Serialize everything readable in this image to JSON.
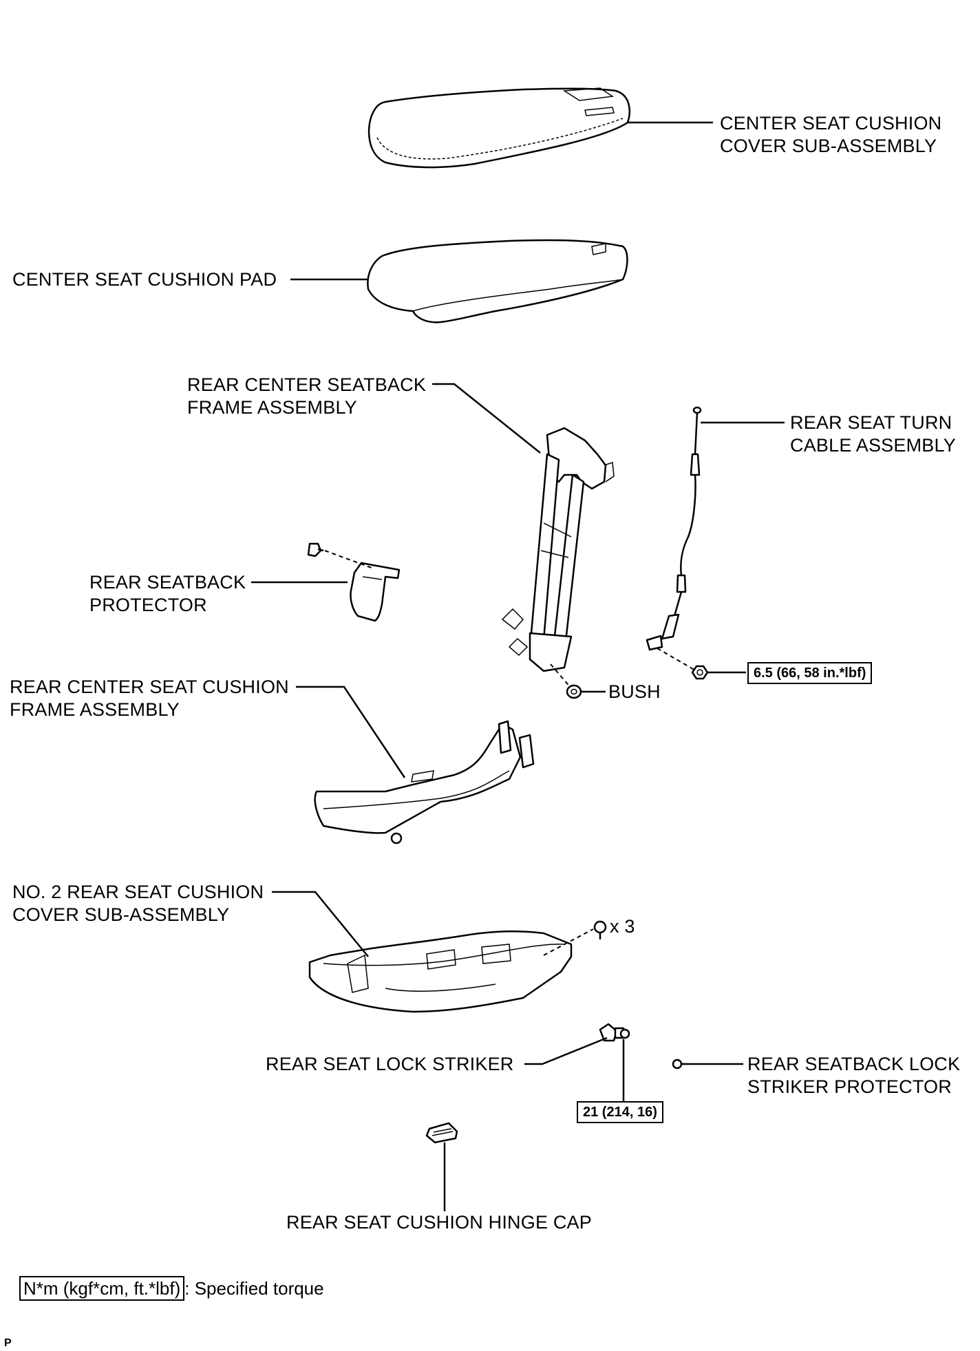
{
  "labels": {
    "cushion_cover": [
      "CENTER SEAT CUSHION",
      "COVER SUB-ASSEMBLY"
    ],
    "cushion_pad": [
      "CENTER SEAT CUSHION PAD"
    ],
    "seatback_frame": [
      "REAR CENTER SEATBACK",
      "FRAME ASSEMBLY"
    ],
    "turn_cable": [
      "REAR SEAT TURN",
      "CABLE ASSEMBLY"
    ],
    "seatback_protector": [
      "REAR SEATBACK",
      "PROTECTOR"
    ],
    "bush": [
      "BUSH"
    ],
    "cushion_frame": [
      "REAR CENTER SEAT CUSHION",
      "FRAME ASSEMBLY"
    ],
    "no2_cushion_cover": [
      "NO. 2 REAR SEAT CUSHION",
      "COVER SUB-ASSEMBLY"
    ],
    "bolt_qty": [
      "x 3"
    ],
    "lock_striker": [
      "REAR SEAT LOCK STRIKER"
    ],
    "striker_protector": [
      "REAR SEATBACK LOCK",
      "STRIKER PROTECTOR"
    ],
    "hinge_cap": [
      "REAR SEAT CUSHION HINGE CAP"
    ]
  },
  "torques": {
    "cable_nut": "6.5 (66, 58 in.*lbf)",
    "striker_bolt": "21 (214, 16)"
  },
  "legend": {
    "box": "N*m (kgf*cm, ft.*lbf)",
    "text": ": Specified torque"
  },
  "corner_mark": "P"
}
